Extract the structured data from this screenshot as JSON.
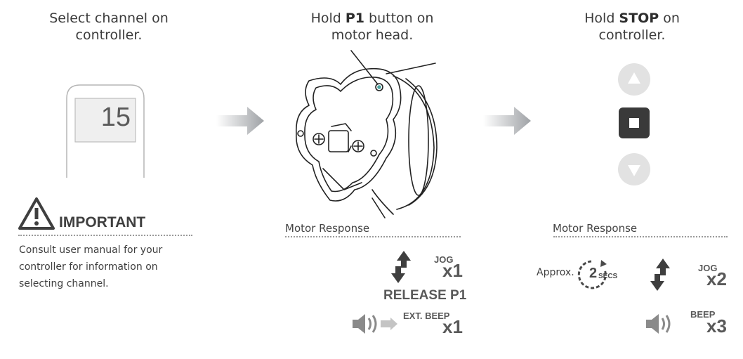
{
  "step1": {
    "title_line1": "Select channel on",
    "title_line2": "controller.",
    "channel_display": "15"
  },
  "important": {
    "heading": "IMPORTANT",
    "body_line1": "Consult user manual for your",
    "body_line2": "controller for information on",
    "body_line3": "selecting channel."
  },
  "step2": {
    "title_pre": "Hold ",
    "title_bold": "P1",
    "title_post": " button on",
    "title_line2": "motor head.",
    "motor_response_label": "Motor Response",
    "jog_label": "JOG",
    "jog_count": "x1",
    "release_label": "RELEASE P1",
    "ext_beep_label": "EXT. BEEP",
    "ext_beep_count": "x1"
  },
  "step3": {
    "title_pre": "Hold ",
    "title_bold": "STOP",
    "title_post": " on",
    "title_line2": "controller.",
    "motor_response_label": "Motor Response",
    "approx_label": "Approx.",
    "timer_value": "2",
    "timer_unit": "SECS",
    "jog_label": "JOG",
    "jog_count": "x2",
    "beep_label": "BEEP",
    "beep_count": "x3"
  },
  "colors": {
    "text": "#3a3a3a",
    "dark_button": "#3a3a3a",
    "light_button": "#e2e2e2",
    "arrow_gray": "#9fa2a6"
  }
}
